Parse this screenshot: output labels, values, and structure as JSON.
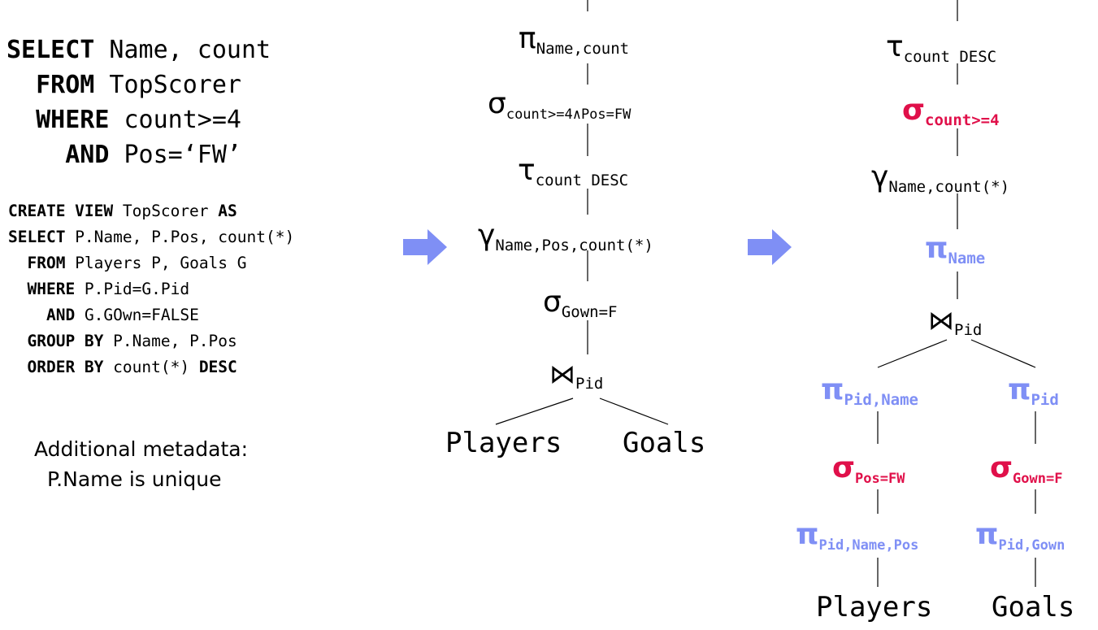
{
  "sql_query": {
    "lines": [
      {
        "kw": "SELECT",
        "rest": " Name, count",
        "indent": ""
      },
      {
        "kw": "FROM",
        "rest": " TopScorer",
        "indent": "  "
      },
      {
        "kw": "WHERE",
        "rest": " count>=4",
        "indent": "  "
      },
      {
        "kw": "AND",
        "rest": " Pos=‘FW’",
        "indent": "    "
      }
    ]
  },
  "view_definition": {
    "lines": [
      {
        "kw": "CREATE VIEW",
        "rest": " TopScorer ",
        "kw2": "AS",
        "indent": ""
      },
      {
        "kw": "SELECT",
        "rest": " P.Name, P.Pos, count(*)",
        "kw2": "",
        "indent": ""
      },
      {
        "kw": "FROM",
        "rest": " Players P, Goals G",
        "kw2": "",
        "indent": "  "
      },
      {
        "kw": "WHERE",
        "rest": " P.Pid=G.Pid",
        "kw2": "",
        "indent": "  "
      },
      {
        "kw": "AND",
        "rest": " G.GOwn=FALSE",
        "kw2": "",
        "indent": "    "
      },
      {
        "kw": "GROUP BY",
        "rest": " P.Name, P.Pos",
        "kw2": "",
        "indent": "  "
      },
      {
        "kw": "ORDER BY",
        "rest": " count(*) ",
        "kw2": "DESC",
        "indent": "  "
      }
    ]
  },
  "metadata": {
    "title": "Additional metadata:",
    "text": "P.Name is unique"
  },
  "tree1": {
    "project": {
      "sym": "π",
      "sub": "Name,count"
    },
    "select": {
      "sym": "σ",
      "sub": "count>=4∧Pos=FW"
    },
    "sort": {
      "sym": "τ",
      "sub": "count  DESC"
    },
    "group": {
      "sym": "γ",
      "sub": "Name,Pos,count(*)"
    },
    "select_gown": {
      "sym": "σ",
      "sub": "Gown=F"
    },
    "join": {
      "sym": "⋈",
      "sub": "Pid"
    },
    "leaf_left": "Players",
    "leaf_right": "Goals"
  },
  "tree2": {
    "sort": {
      "sym": "τ",
      "sub": "count  DESC"
    },
    "select": {
      "sym": "σ",
      "sub": "count>=4"
    },
    "group": {
      "sym": "γ",
      "sub": "Name,count(*)"
    },
    "project": {
      "sym": "π",
      "sub": "Name"
    },
    "join": {
      "sym": "⋈",
      "sub": "Pid"
    },
    "left_project": {
      "sym": "π",
      "sub": "Pid,Name"
    },
    "right_project": {
      "sym": "π",
      "sub": "Pid"
    },
    "left_select": {
      "sym": "σ",
      "sub": "Pos=FW"
    },
    "right_select": {
      "sym": "σ",
      "sub": "Gown=F"
    },
    "left_project2": {
      "sym": "π",
      "sub": "Pid,Name,Pos"
    },
    "right_project2": {
      "sym": "π",
      "sub": "Pid,Gown"
    },
    "leaf_left": "Players",
    "leaf_right": "Goals"
  },
  "colors": {
    "pushed_selection": "#e0104a",
    "added_projection": "#7f8ff5",
    "arrow": "#7f8ff5"
  }
}
